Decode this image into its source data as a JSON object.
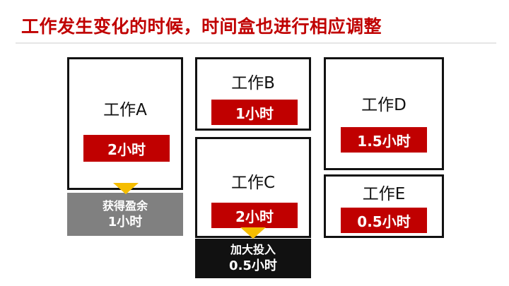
{
  "slide": {
    "title": "工作发生变化的时候，时间盒也进行相应调整",
    "colors": {
      "title": "#c00000",
      "tag_fill": "#c00000",
      "note_gray": "#808080",
      "note_black": "#111111",
      "pointer": "#f5bd00"
    }
  },
  "tasks": {
    "a": {
      "name": "工作A",
      "duration": "2小时"
    },
    "b": {
      "name": "工作B",
      "duration": "1小时"
    },
    "c": {
      "name": "工作C",
      "duration": "2小时"
    },
    "d": {
      "name": "工作D",
      "duration": "1.5小时"
    },
    "e": {
      "name": "工作E",
      "duration": "0.5小时"
    }
  },
  "notes": {
    "surplus": {
      "label": "获得盈余",
      "amount": "1小时"
    },
    "extra": {
      "label": "加大投入",
      "amount": "0.5小时"
    }
  }
}
